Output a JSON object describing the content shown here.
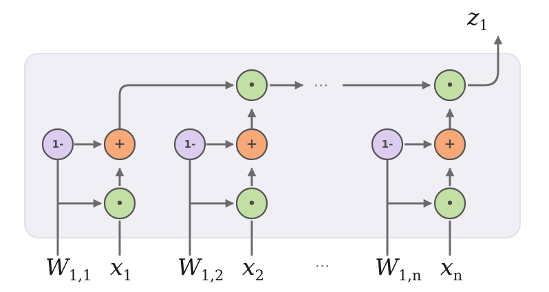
{
  "output": {
    "base": "z",
    "sub": "1"
  },
  "ops": {
    "one_minus": {
      "symbol": "1-",
      "color": "#dccdf0"
    },
    "plus": {
      "symbol": "+",
      "color": "#f9a877"
    },
    "dot": {
      "symbol": "•",
      "color": "#c2e0a4"
    }
  },
  "columns": [
    {
      "weight": {
        "base": "W",
        "sub": "1,1"
      },
      "input": {
        "base": "x",
        "sub": "1"
      }
    },
    {
      "weight": {
        "base": "W",
        "sub": "1,2"
      },
      "input": {
        "base": "x",
        "sub": "2"
      }
    },
    {
      "weight": {
        "base": "W",
        "sub": "1,n"
      },
      "input": {
        "base": "x",
        "sub": "n"
      }
    }
  ],
  "ellipsis": "⋯"
}
